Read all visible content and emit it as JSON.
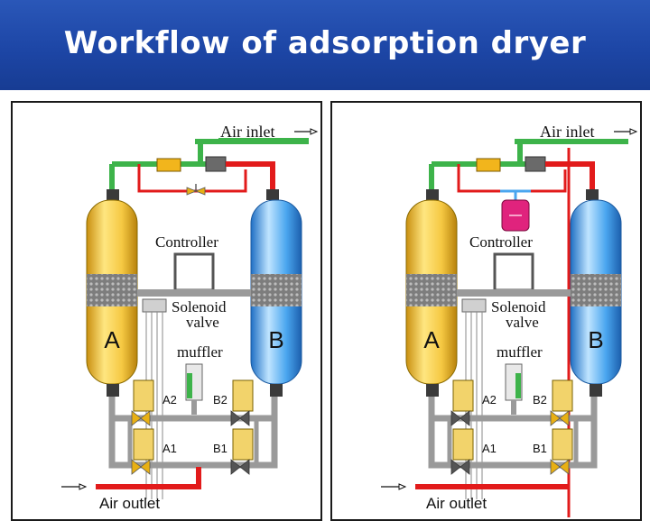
{
  "title": "Workflow of adsorption dryer",
  "colors": {
    "banner": "#1d46a6",
    "green_pipe": "#3db34a",
    "red_pipe": "#e21b1b",
    "gray_pipe": "#9a9a9a",
    "tower_a": "#f5c842",
    "tower_b": "#4aa6ef",
    "filter_box": "#f2b51c",
    "solenoid_magenta": "#e0237d"
  },
  "panels": [
    {
      "air_inlet": "Air inlet",
      "air_outlet": "Air outlet",
      "controller": "Controller",
      "solenoid_line1": "Solenoid",
      "solenoid_line2": "valve",
      "muffler": "muffler",
      "tower_a": "A",
      "tower_b": "B",
      "valve_a2": "A2",
      "valve_b2": "B2",
      "valve_a1": "A1",
      "valve_b1": "B1"
    },
    {
      "air_inlet": "Air inlet",
      "air_outlet": "Air outlet",
      "controller": "Controller",
      "solenoid_line1": "Solenoid",
      "solenoid_line2": "valve",
      "muffler": "muffler",
      "tower_a": "A",
      "tower_b": "B",
      "valve_a2": "A2",
      "valve_b2": "B2",
      "valve_a1": "A1",
      "valve_b1": "B1"
    }
  ]
}
